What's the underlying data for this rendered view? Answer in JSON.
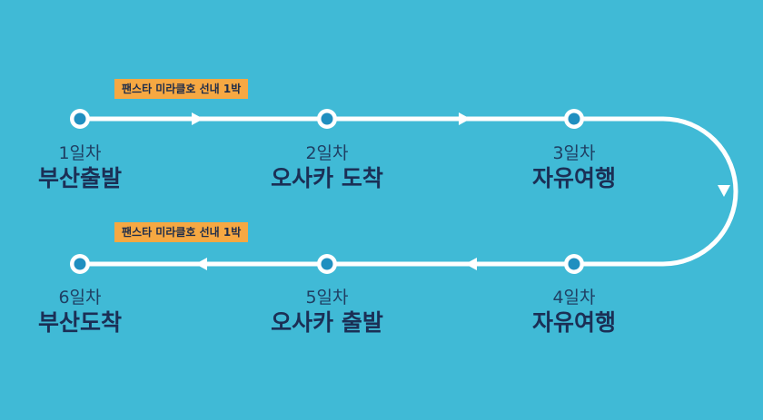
{
  "colors": {
    "background": "#40bad6",
    "route": "#ffffff",
    "node_fill": "#1f8fc0",
    "badge": "#f6a842",
    "text_dark": "#1b2f55"
  },
  "badges": [
    "팬스타 미라클호 선내 1박",
    "팬스타 미라클호 선내 1박"
  ],
  "stops": [
    {
      "day": "1일차",
      "place": "부산출발"
    },
    {
      "day": "2일차",
      "place": "오사카 도착"
    },
    {
      "day": "3일차",
      "place": "자유여행"
    },
    {
      "day": "4일차",
      "place": "자유여행"
    },
    {
      "day": "5일차",
      "place": "오사카 출발"
    },
    {
      "day": "6일차",
      "place": "부산도착"
    }
  ]
}
